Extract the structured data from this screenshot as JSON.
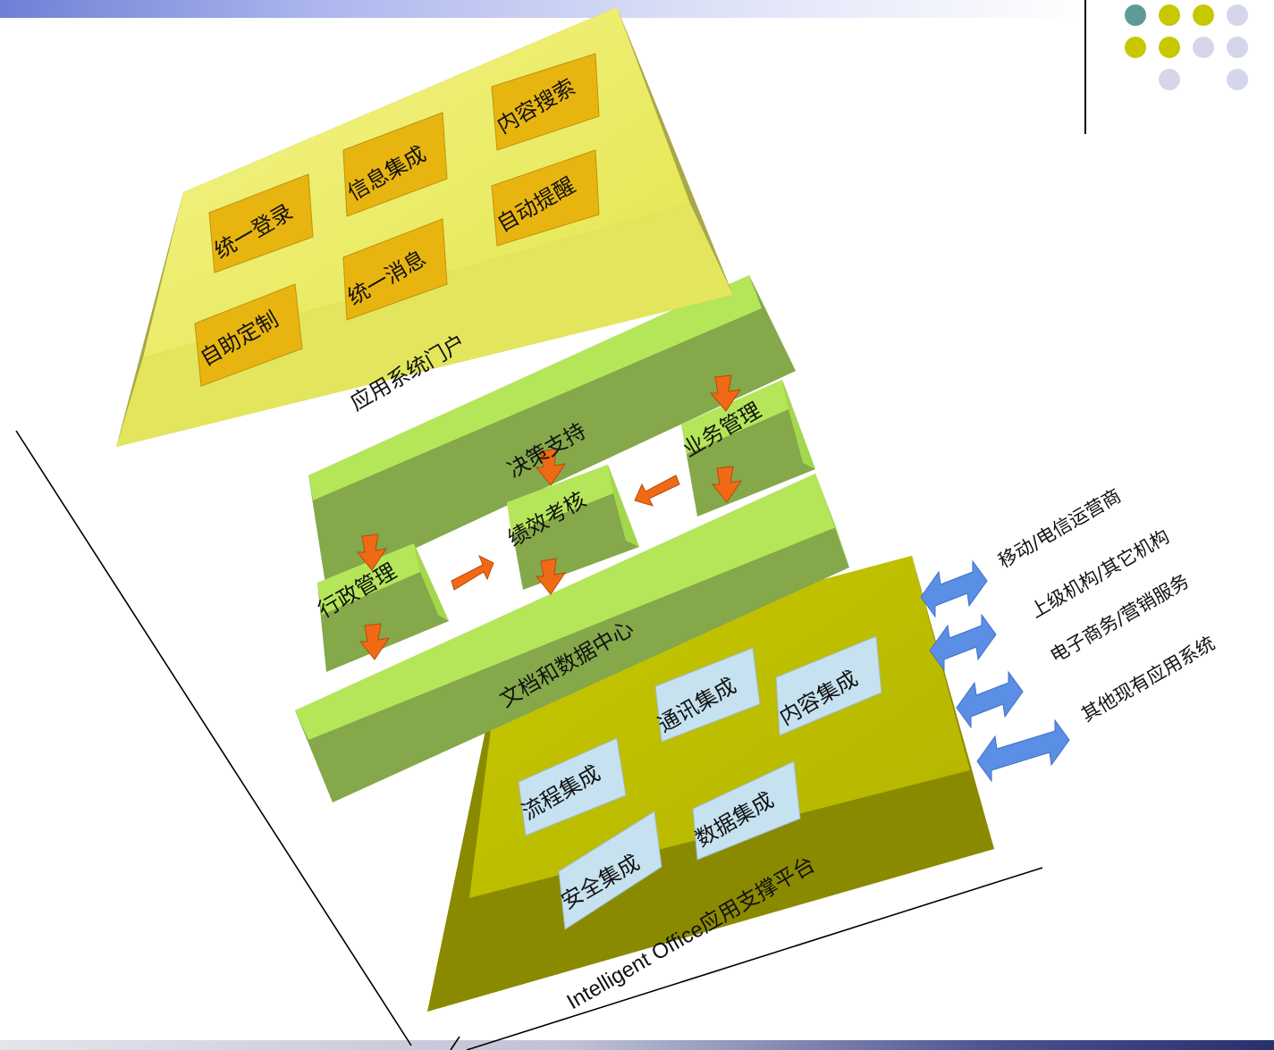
{
  "portal": {
    "title": "应用系统门户",
    "modules": [
      "统一登录",
      "信息集成",
      "内容搜索",
      "统一消息",
      "自动提醒",
      "自助定制"
    ]
  },
  "decision": {
    "title": "决策支持",
    "admin": "行政管理",
    "performance": "绩效考核",
    "business": "业务管理"
  },
  "datacenter": {
    "title": "文档和数据中心"
  },
  "platform": {
    "title": "Intelligent Office应用支撑平台",
    "modules": [
      "通讯集成",
      "内容集成",
      "流程集成",
      "数据集成",
      "安全集成"
    ]
  },
  "external": [
    "移动/电信运营商",
    "上级机构/其它机构",
    "电子商务/营销服务",
    "其他现有应用系统"
  ],
  "colors": {
    "portal_top": "#ecef6a",
    "portal_side": "#a8a84a",
    "portal_module": "#e8b510",
    "green_top": "#b5e65a",
    "green_side": "#84a84a",
    "platform_top": "#bcbf00",
    "platform_side": "#8a8a00",
    "platform_module": "#c6e1ef",
    "arrow_orange": "#f06a16",
    "arrow_blue": "#5b8fe6",
    "logo_teal": "#5f9a97",
    "logo_olive": "#c8c800",
    "logo_lavender": "#d5d6ea"
  },
  "logo": {
    "dots": [
      [
        "teal",
        "olive",
        "olive",
        "lavender"
      ],
      [
        "olive",
        "olive",
        "lavender",
        "lavender"
      ],
      [
        "none",
        "lavender",
        "none",
        "lavender"
      ]
    ]
  }
}
